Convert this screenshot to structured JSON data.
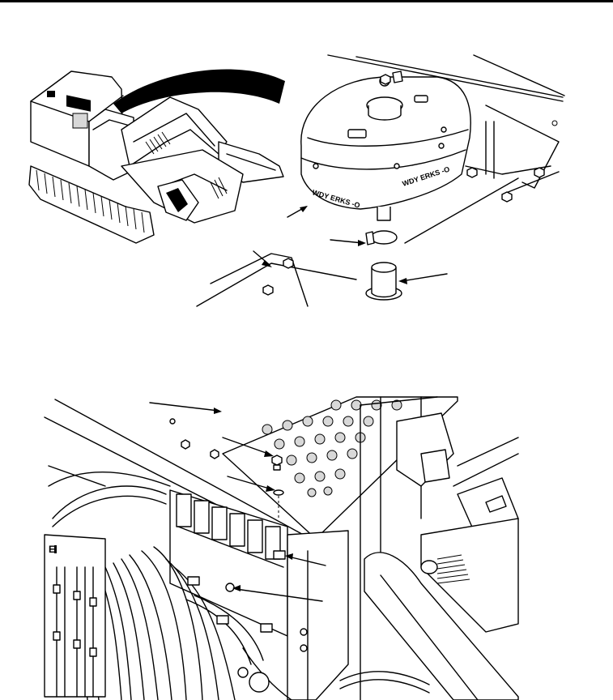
{
  "figure": {
    "top_illustration": {
      "machine_decal": "",
      "reservoir_decals": [
        "WDY ERKS -O",
        "WDY ERKS -O"
      ]
    },
    "bottom_illustration": {
      "panel_label": "E"
    }
  },
  "colors": {
    "line": "#000000",
    "background": "#ffffff",
    "shade": "#d8d8d8"
  }
}
